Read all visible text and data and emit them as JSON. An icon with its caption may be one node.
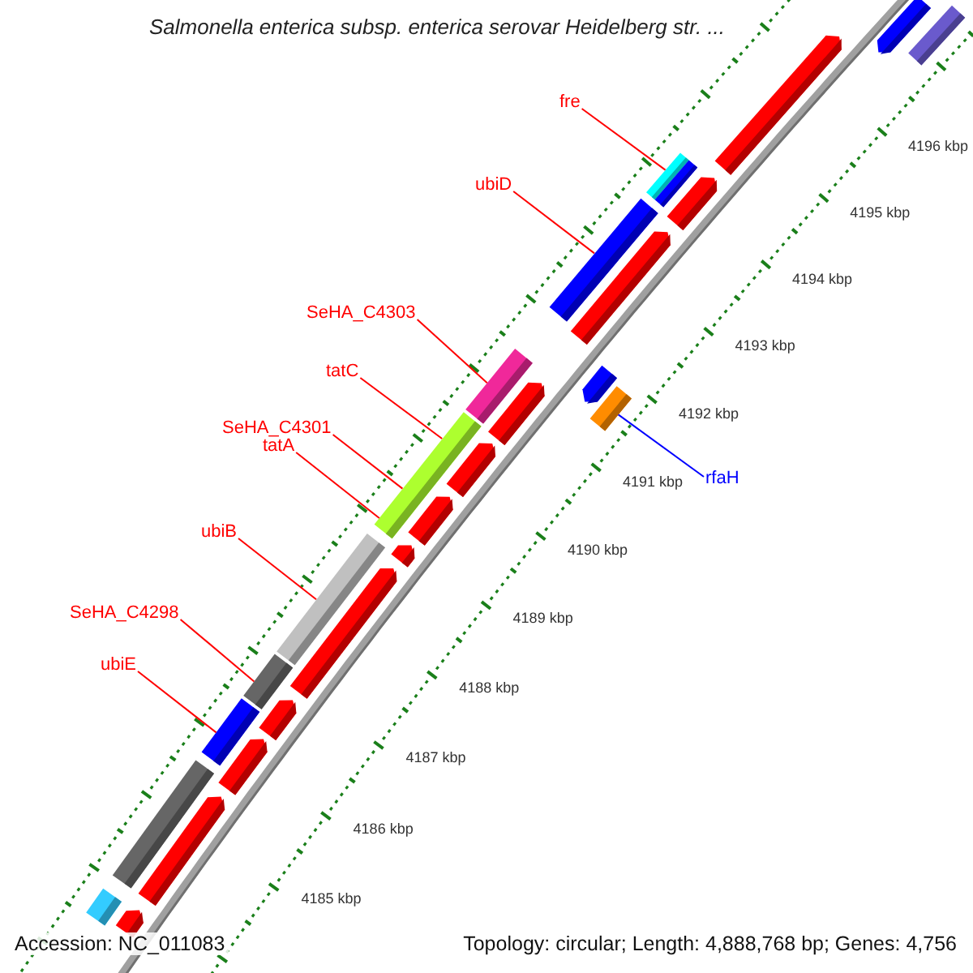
{
  "diagram": {
    "title": "Salmonella enterica subsp. enterica serovar Heidelberg str. ...",
    "nodes": [
      {
        "text": [
          "fre"
        ]
      },
      {
        "text": [
          "ubiD"
        ]
      },
      {
        "text": [
          "SeHA_C4303"
        ]
      },
      {
        "text": [
          "tatC"
        ]
      },
      {
        "text": [
          "SeHA_C4301"
        ]
      },
      {
        "text": [
          "tatA"
        ]
      },
      {
        "text": [
          "rfaH"
        ]
      },
      {
        "text": [
          "ubiB"
        ]
      },
      {
        "text": [
          "SeHA_C4298"
        ]
      },
      {
        "text": [
          "ubiE"
        ]
      },
      {
        "text": [],
        "shape": "bar"
      },
      {
        "text": [],
        "shape": "arrow"
      },
      {
        "text": [],
        "shape": "arrow"
      },
      {
        "text": [],
        "shape": "bar"
      },
      {
        "text": [],
        "shape": "bar"
      },
      {
        "text": [],
        "shape": "arrow"
      },
      {
        "text": [],
        "shape": "bar"
      },
      {
        "text": [],
        "shape": "arrow"
      },
      {
        "text": [],
        "shape": "bar"
      },
      {
        "text": [],
        "shape": "arrow"
      },
      {
        "text": [],
        "shape": "arrow"
      },
      {
        "text": [],
        "shape": "bar"
      },
      {
        "text": [],
        "shape": "bar"
      },
      {
        "text": [],
        "shape": "arrow"
      },
      {
        "text": [],
        "shape": "arrow"
      },
      {
        "text": [],
        "shape": "arrow"
      },
      {
        "text": [],
        "shape": "bar"
      },
      {
        "text": [],
        "shape": "arrow"
      },
      {
        "text": [],
        "shape": "bar"
      },
      {
        "text": [],
        "shape": "arrow"
      },
      {
        "text": [],
        "shape": "bar"
      },
      {
        "text": [],
        "shape": "arrow"
      },
      {
        "text": [],
        "shape": "bar"
      },
      {
        "text": [],
        "shape": "arrow"
      },
      {
        "text": [],
        "shape": "bar"
      },
      {
        "text": [],
        "shape": "arrow"
      }
    ],
    "edges": [
      {
        "from": 0,
        "to": 13,
        "arrow": "none"
      },
      {
        "from": 1,
        "to": 16,
        "arrow": "none"
      },
      {
        "from": 2,
        "to": 18,
        "arrow": "none"
      },
      {
        "from": 3,
        "to": 22,
        "arrow": "none"
      },
      {
        "from": 4,
        "to": 22,
        "arrow": "none"
      },
      {
        "from": 5,
        "to": 22,
        "arrow": "none"
      },
      {
        "from": 6,
        "to": 21,
        "arrow": "none",
        "color": "#0000ff"
      },
      {
        "from": 7,
        "to": 26,
        "arrow": "none"
      },
      {
        "from": 8,
        "to": 28,
        "arrow": "none"
      },
      {
        "from": 9,
        "to": 30,
        "arrow": "none"
      }
    ],
    "labels": [
      "4196 kbp",
      "4195 kbp",
      "4194 kbp",
      "4193 kbp",
      "4192 kbp",
      "4191 kbp",
      "4190 kbp",
      "4189 kbp",
      "4188 kbp",
      "4187 kbp",
      "4186 kbp",
      "4185 kbp",
      "Accession: NC_011083",
      "Topology: circular; Length: 4,888,768 bp; Genes: 4,756"
    ]
  }
}
